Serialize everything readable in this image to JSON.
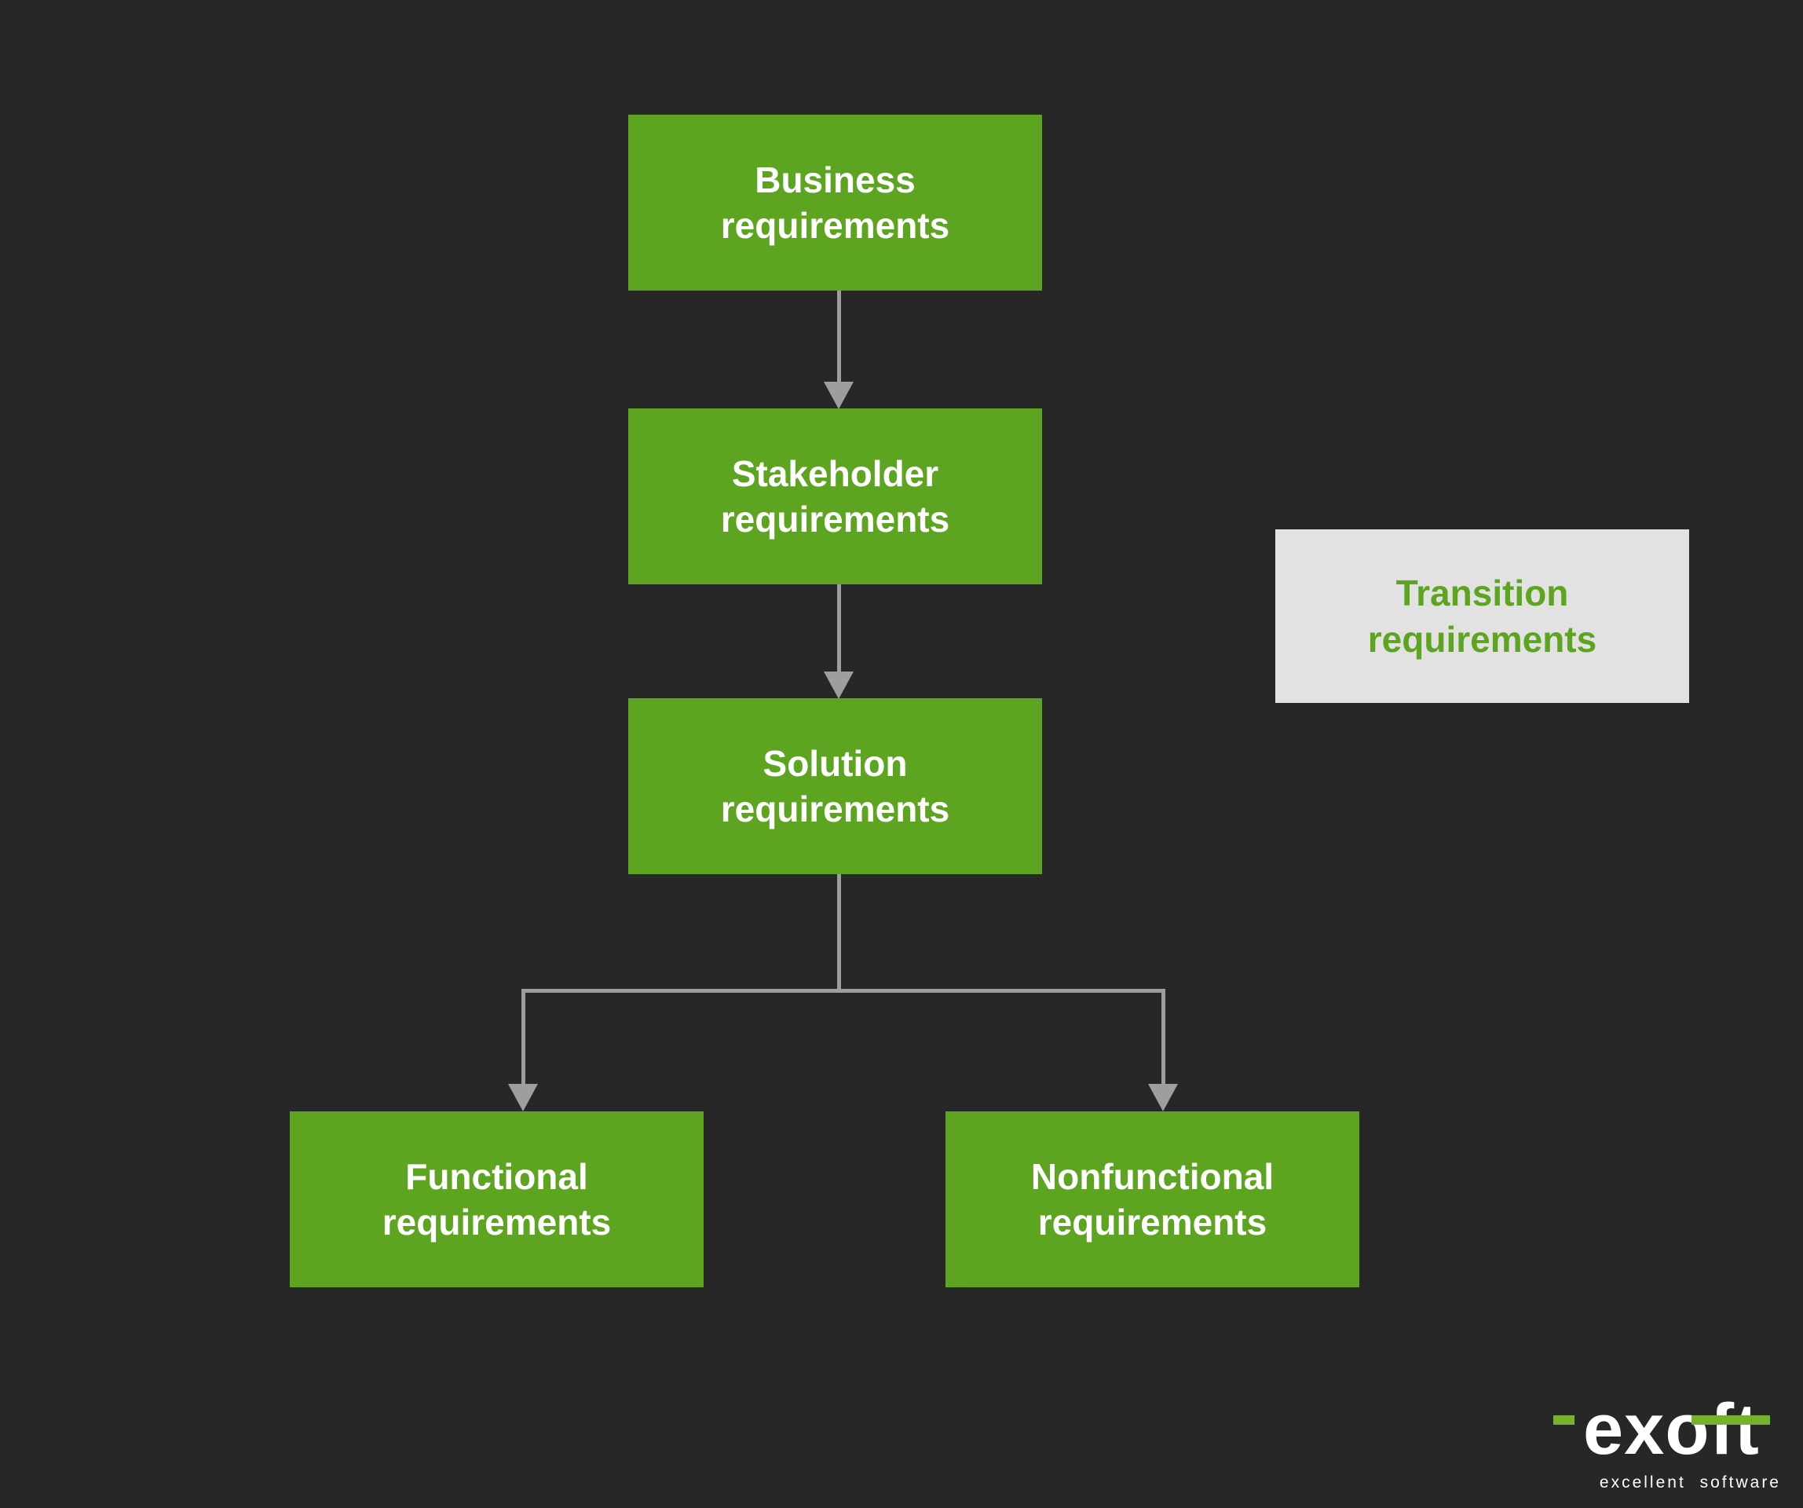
{
  "diagram": {
    "background": "#272727",
    "connector_color": "#9E9E9E",
    "nodes": {
      "business": {
        "label": "Business requirements",
        "bg": "#5DA420",
        "text_color": "#FFFFFF"
      },
      "stakeholder": {
        "label": "Stakeholder requirements",
        "bg": "#5DA420",
        "text_color": "#FFFFFF"
      },
      "solution": {
        "label": "Solution requirements",
        "bg": "#5DA420",
        "text_color": "#FFFFFF"
      },
      "functional": {
        "label": "Functional requirements",
        "bg": "#5DA420",
        "text_color": "#FFFFFF"
      },
      "nonfunctional": {
        "label": "Nonfunctional requirements",
        "bg": "#5DA420",
        "text_color": "#FFFFFF"
      },
      "transition": {
        "label": "Transition requirements",
        "bg": "#E2E2E2",
        "text_color": "#5DA420"
      }
    },
    "edges": [
      "business -> stakeholder",
      "stakeholder -> solution",
      "solution -> functional",
      "solution -> nonfunctional"
    ]
  },
  "logo": {
    "wordmark": "exoft",
    "tagline": "excellent software",
    "accent_color": "#74B42C",
    "text_color": "#FFFFFF"
  }
}
